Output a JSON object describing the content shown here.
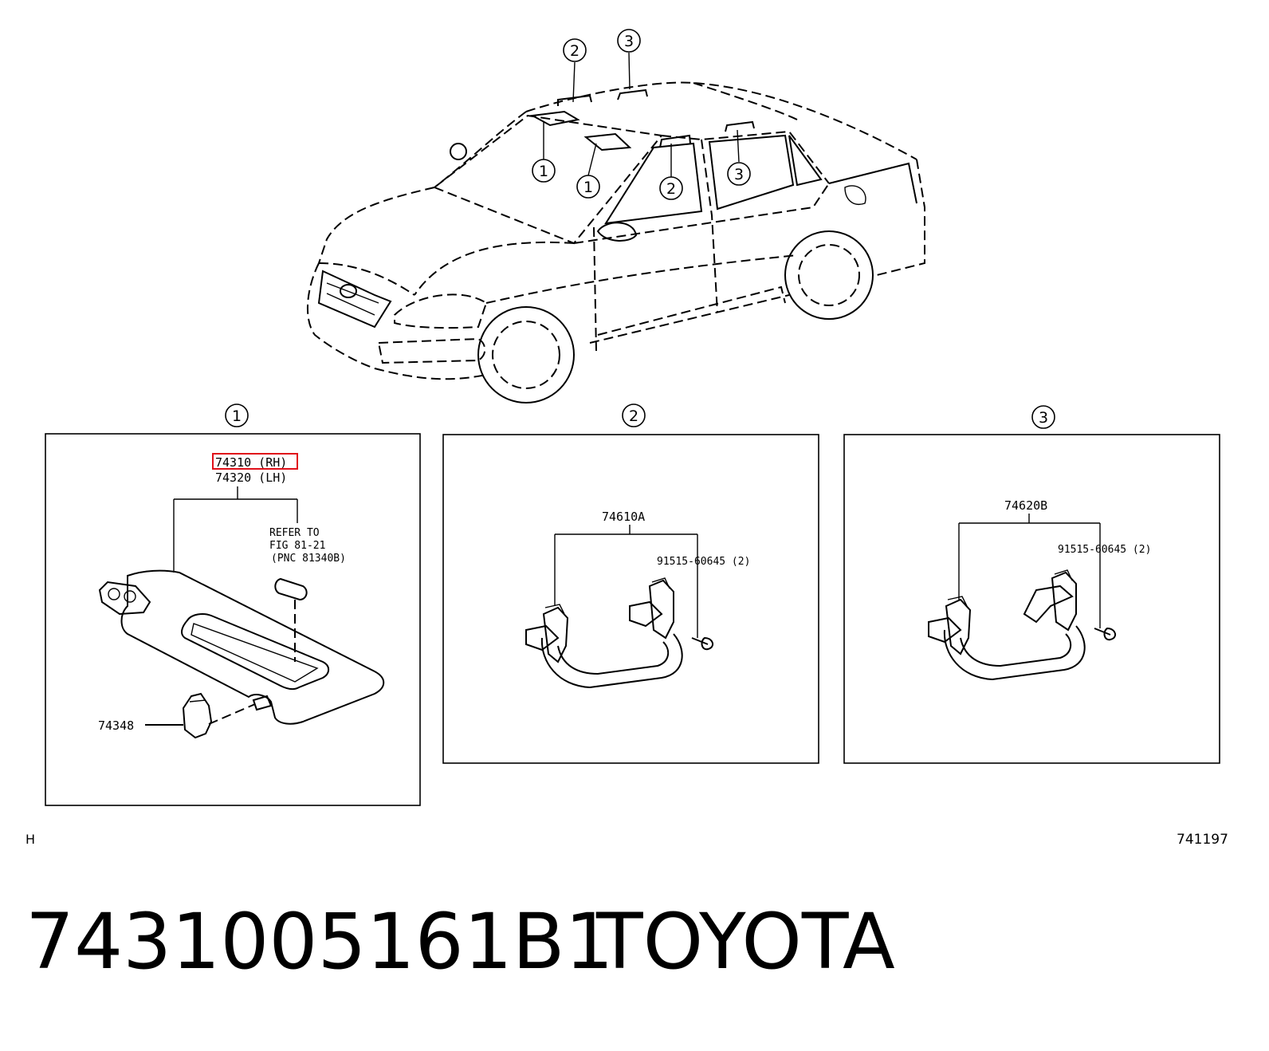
{
  "callouts": {
    "c1": "1",
    "c2": "2",
    "c3": "3"
  },
  "panel1": {
    "part_rh": "74310 (RH)",
    "part_lh": "74320 (LH)",
    "refer_line1": "REFER TO",
    "refer_line2": "FIG 81-21",
    "refer_line3": "(PNC 81340B)",
    "part_holder": "74348"
  },
  "panel2": {
    "part_grip": "74610A",
    "part_screw": "91515-60645 (2)"
  },
  "panel3": {
    "part_grip": "74620B",
    "part_screw": "91515-60645 (2)"
  },
  "footer": {
    "left_code": "H",
    "right_code": "741197",
    "part_number": "7431005161B1",
    "brand": "TOYOTA"
  },
  "highlight_color": "#e0101a"
}
